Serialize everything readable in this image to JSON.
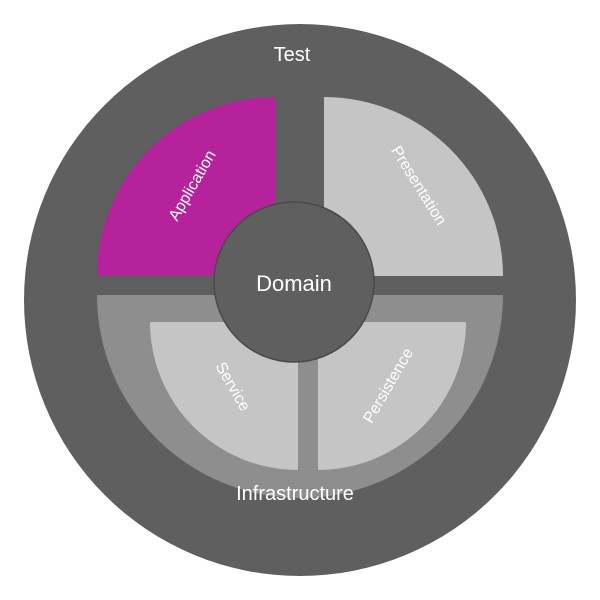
{
  "diagram": {
    "outer_label": "Test",
    "center_label": "Domain",
    "infrastructure": {
      "label": "Infrastructure",
      "children": {
        "service_label": "Service",
        "persistence_label": "Persistence"
      }
    },
    "application_label": "Application",
    "presentation_label": "Presentation"
  },
  "colors": {
    "outer_ring": "#5f5f5f",
    "application": "#b5229c",
    "presentation": "#c5c5c5",
    "infrastructure": "#8e8e8e",
    "infra_children": "#c5c5c5",
    "domain": "#5f5f5f",
    "domain_stroke": "#4a4a4a",
    "text": "#ffffff"
  }
}
